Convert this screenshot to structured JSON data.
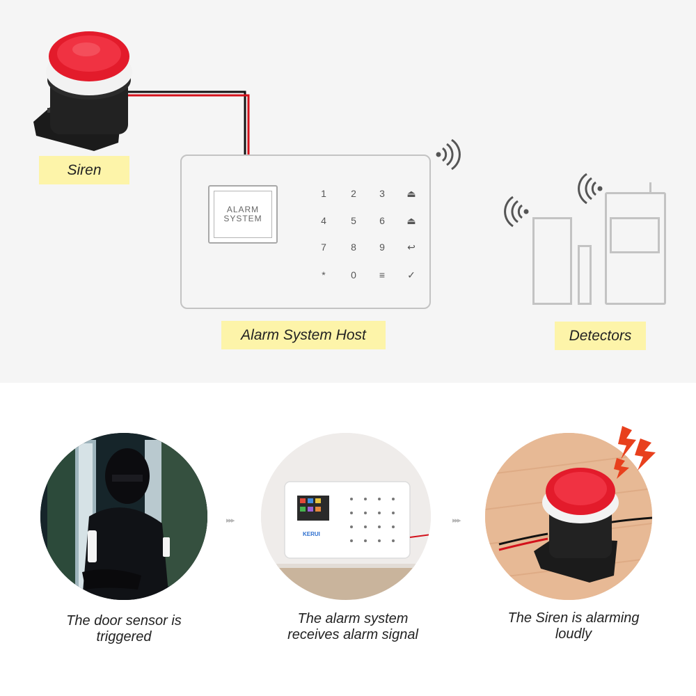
{
  "labels": {
    "siren": "Siren",
    "host": "Alarm System Host",
    "detectors": "Detectors"
  },
  "host_screen": {
    "line1": "ALARM",
    "line2": "SYSTEM"
  },
  "keypad": [
    "1",
    "2",
    "3",
    "⏏",
    "4",
    "5",
    "6",
    "⏏",
    "7",
    "8",
    "9",
    "↩",
    "*",
    "0",
    "≡",
    "✓"
  ],
  "steps": [
    {
      "line1": "The door sensor is",
      "line2": "triggered"
    },
    {
      "line1": "The alarm system",
      "line2": "receives alarm signal",
      "brand": "KERUI"
    },
    {
      "line1": "The Siren is alarming",
      "line2": "loudly"
    }
  ],
  "arrow_glyph": "▸▸▸",
  "colors": {
    "top_bg": "#f5f5f5",
    "label_bg": "#fdf4a9",
    "outline": "#c3c3c3",
    "siren_red": "#e31b2b",
    "wire_red": "#d3111b",
    "burst": "#e8401d"
  }
}
